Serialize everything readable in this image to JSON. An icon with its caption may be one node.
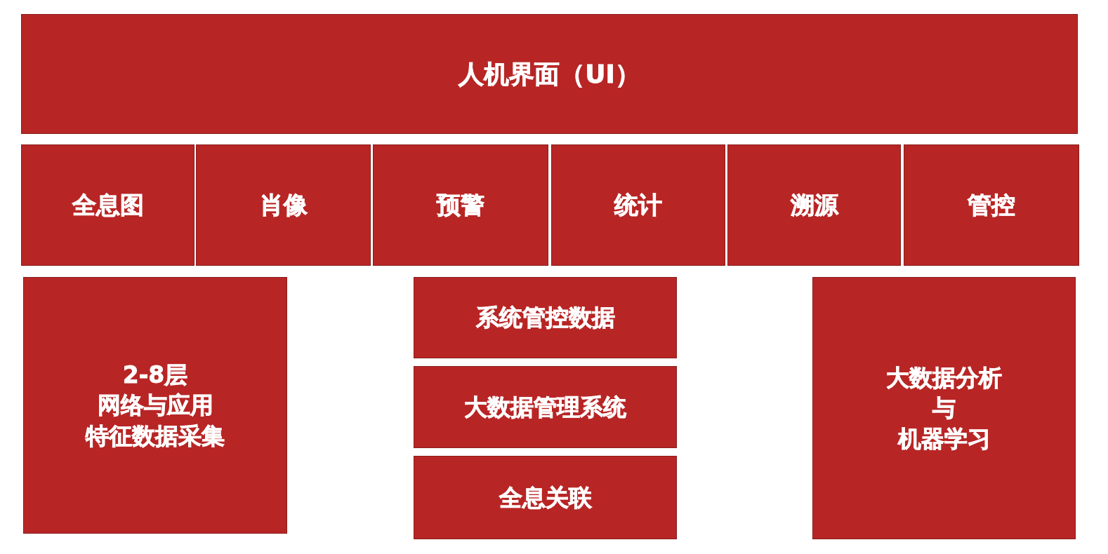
{
  "diagram": {
    "nodes": [
      {
        "text": [
          "人机界面（UI）"
        ]
      },
      {
        "text": [
          "全息图"
        ]
      },
      {
        "text": [
          "肖像"
        ]
      },
      {
        "text": [
          "预警"
        ]
      },
      {
        "text": [
          "统计"
        ]
      },
      {
        "text": [
          "溯源"
        ]
      },
      {
        "text": [
          "管控"
        ]
      },
      {
        "text": [
          "2-8层网络与应用特征数据采集"
        ]
      },
      {
        "text": [
          "系统管控数据"
        ]
      },
      {
        "text": [
          "大数据管理系统"
        ]
      },
      {
        "text": [
          "全息关联"
        ]
      },
      {
        "text": [
          "大数据分析与机器学习"
        ]
      }
    ]
  }
}
